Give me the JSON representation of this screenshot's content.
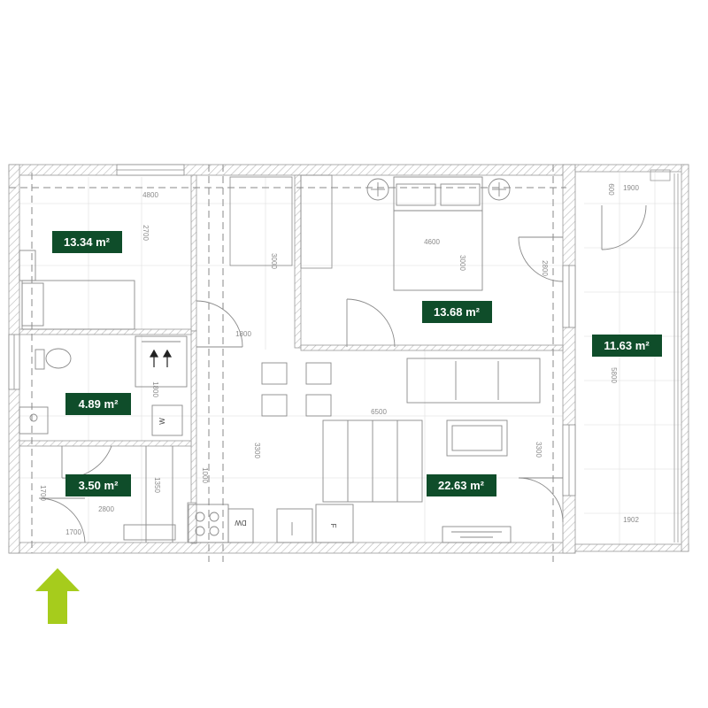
{
  "colors": {
    "area_badge": "#0f4d2a",
    "entrance_arrow": "#a6cc1c",
    "wall_line": "#9a9a9a",
    "grid_line": "#e2e2e2"
  },
  "rooms": [
    {
      "id": "bedroom-1",
      "area": "13.34 m²"
    },
    {
      "id": "bedroom-2",
      "area": "13.68 m²"
    },
    {
      "id": "bathroom",
      "area": "4.89 m²"
    },
    {
      "id": "hall",
      "area": "3.50 m²"
    },
    {
      "id": "living-kitchen",
      "area": "22.63 m²"
    },
    {
      "id": "balcony",
      "area": "11.63 m²"
    }
  ],
  "dimensions": [
    "4800",
    "2700",
    "3000",
    "4600",
    "3000",
    "2800",
    "1800",
    "1800",
    "6500",
    "3300",
    "3300",
    "1000",
    "1350",
    "2800",
    "1700",
    "1700",
    "1900",
    "600",
    "5800",
    "1902"
  ],
  "fixtures": {
    "dishwasher": "DW",
    "fridge": "F",
    "washer": "W"
  },
  "entrance": {
    "icon": "up-arrow-icon"
  }
}
